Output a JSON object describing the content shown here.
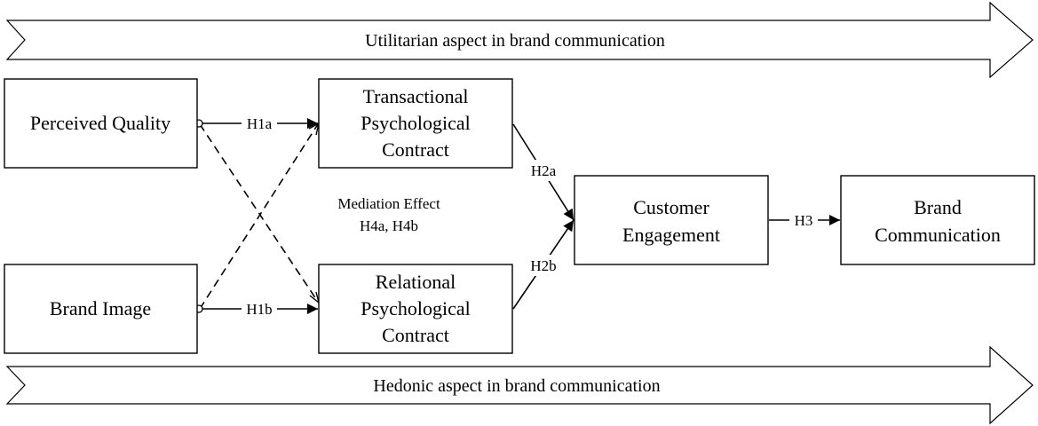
{
  "bands": {
    "top": "Utilitarian aspect in brand communication",
    "bottom": "Hedonic aspect in brand communication"
  },
  "nodes": {
    "perceived_quality": [
      "Perceived Quality"
    ],
    "brand_image": [
      "Brand Image"
    ],
    "transactional": [
      "Transactional",
      "Psychological",
      "Contract"
    ],
    "relational": [
      "Relational",
      "Psychological",
      "Contract"
    ],
    "customer_engagement": [
      "Customer",
      "Engagement"
    ],
    "brand_communication": [
      "Brand",
      "Communication"
    ]
  },
  "edges": {
    "h1a": "H1a",
    "h1b": "H1b",
    "h2a": "H2a",
    "h2b": "H2b",
    "h3": "H3"
  },
  "mediation": [
    "Mediation Effect",
    "H4a, H4b"
  ]
}
